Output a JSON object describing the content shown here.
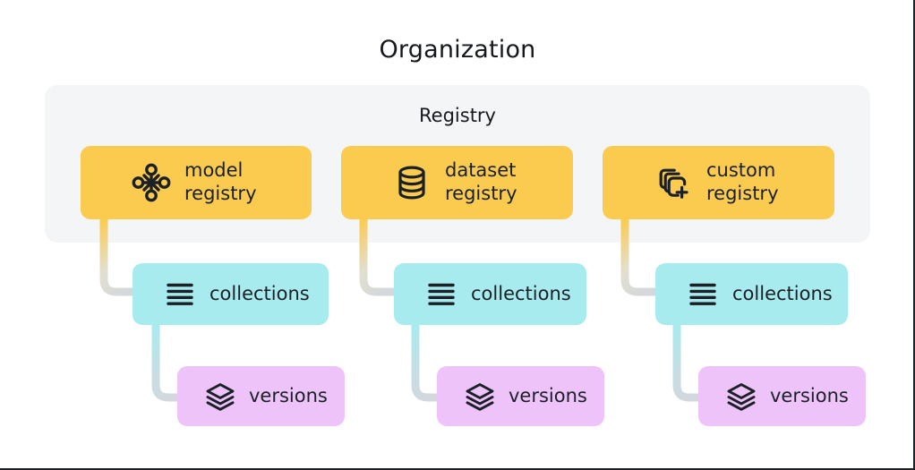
{
  "title": "Organization",
  "panel": {
    "label": "Registry",
    "bg_color": "#f4f5f7"
  },
  "colors": {
    "registry_card": "#fbcb50",
    "collections_card": "#a7ebef",
    "versions_card": "#eec3fa",
    "panel_bg": "#f4f5f7",
    "text": "#1b2026",
    "connector_gray": "#d4d7dc",
    "canvas": "#ffffff"
  },
  "columns": [
    {
      "registry": {
        "label": "model\nregistry",
        "icon": "model-graph-icon"
      },
      "collections": {
        "label": "collections",
        "icon": "list-lines-icon"
      },
      "versions": {
        "label": "versions",
        "icon": "layers-stack-icon"
      }
    },
    {
      "registry": {
        "label": "dataset\nregistry",
        "icon": "database-cylinder-icon"
      },
      "collections": {
        "label": "collections",
        "icon": "list-lines-icon"
      },
      "versions": {
        "label": "versions",
        "icon": "layers-stack-icon"
      }
    },
    {
      "registry": {
        "label": "custom\nregistry",
        "icon": "add-custom-stack-icon"
      },
      "collections": {
        "label": "collections",
        "icon": "list-lines-icon"
      },
      "versions": {
        "label": "versions",
        "icon": "layers-stack-icon"
      }
    }
  ]
}
